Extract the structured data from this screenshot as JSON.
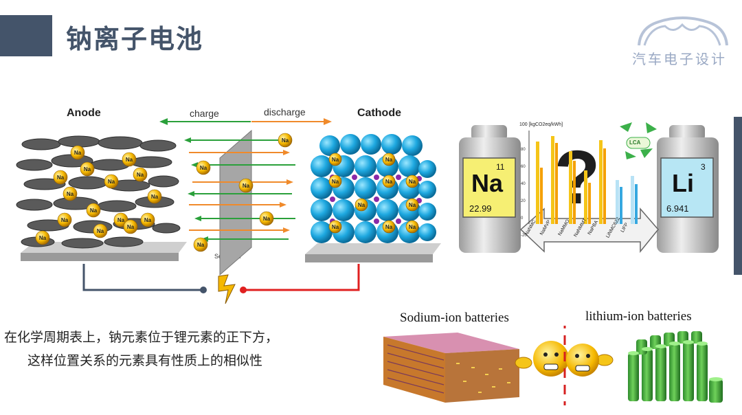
{
  "header": {
    "title": "钠离子电池"
  },
  "logo": {
    "text": "汽车电子设计"
  },
  "diagram": {
    "anode_label": "Anode",
    "cathode_label": "Cathode",
    "charge_label": "charge",
    "discharge_label": "discharge",
    "separator_label": "Seperator",
    "ion_label": "Na"
  },
  "comparison": {
    "na": {
      "symbol": "Na",
      "number": "11",
      "mass": "22.99"
    },
    "li": {
      "symbol": "Li",
      "number": "3",
      "mass": "6.941"
    },
    "chart_ylabel": "100 [kgCO2eq/kWh]",
    "chart_yticks": [
      "80",
      "60",
      "40",
      "20",
      "0",
      "-20"
    ],
    "lca_label": "LCA",
    "chart_categories": [
      "NaNMC",
      "NaMVP",
      "NaMMO",
      "NaNMMT",
      "NaPBA",
      "LiNMC622",
      "LIFP"
    ]
  },
  "body_text": {
    "line1": "在化学周期表上，钠元素位于锂元素的正下方，",
    "line2": "这样位置关系的元素具有性质上的相似性"
  },
  "batteries": {
    "sodium_title": "Sodium-ion batteries",
    "lithium_title": "lithium-ion batteries"
  }
}
